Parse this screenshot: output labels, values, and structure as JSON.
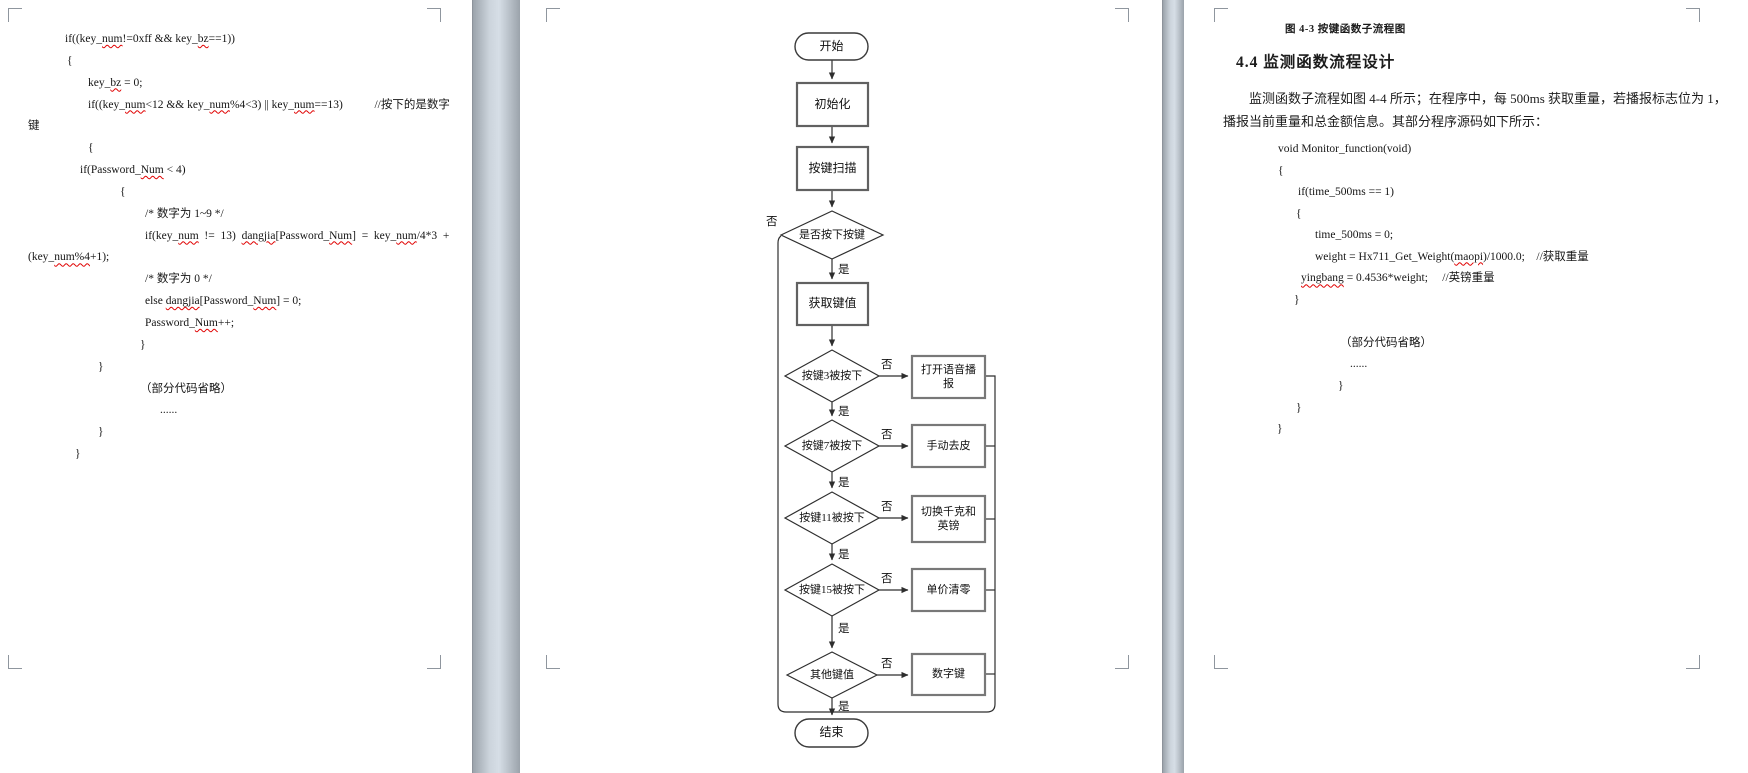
{
  "page1": {
    "code_lines": [
      {
        "indent": 65,
        "segs": [
          {
            "t": "if((key_"
          },
          {
            "t": "num",
            "w": true
          },
          {
            "t": "!=0xff && key_"
          },
          {
            "t": "bz",
            "w": true
          },
          {
            "t": "==1))"
          }
        ]
      },
      {
        "indent": 67,
        "segs": [
          {
            "t": "{"
          }
        ]
      },
      {
        "indent": 88,
        "segs": [
          {
            "t": "key_"
          },
          {
            "t": "bz",
            "w": true
          },
          {
            "t": " = 0;"
          }
        ]
      },
      {
        "indent": 88,
        "segs": [
          {
            "t": "if((key_"
          },
          {
            "t": "num",
            "w": true
          },
          {
            "t": "<12 && key_"
          },
          {
            "t": "num",
            "w": true
          },
          {
            "t": "%4<3) || key_"
          },
          {
            "t": "num",
            "w": true
          },
          {
            "t": "==13)"
          },
          {
            "t": "           "
          },
          {
            "t": "//按下的是数字"
          }
        ]
      },
      {
        "indent": 28,
        "segs": [
          {
            "t": "键"
          }
        ]
      },
      {
        "indent": 88,
        "segs": [
          {
            "t": "{"
          }
        ]
      },
      {
        "indent": 80,
        "segs": [
          {
            "t": "if(Password_"
          },
          {
            "t": "Num",
            "w": true
          },
          {
            "t": " < 4)"
          }
        ]
      },
      {
        "indent": 120,
        "segs": [
          {
            "t": "{"
          }
        ]
      },
      {
        "indent": 145,
        "segs": [
          {
            "t": "/* 数字为 1~9 */"
          }
        ]
      },
      {
        "indent": 145,
        "segs": [
          {
            "t": "if(key_"
          },
          {
            "t": "num",
            "w": true
          },
          {
            "t": "  !=  13)  "
          },
          {
            "t": "dangjia",
            "w": true
          },
          {
            "t": "[Password_"
          },
          {
            "t": "Num",
            "w": true
          },
          {
            "t": "]  =  key_"
          },
          {
            "t": "num",
            "w": true
          },
          {
            "t": "/4*3  +"
          }
        ]
      },
      {
        "indent": 28,
        "segs": [
          {
            "t": "(key_"
          },
          {
            "t": "num%4",
            "w": true
          },
          {
            "t": "+1);"
          }
        ]
      },
      {
        "indent": 145,
        "segs": [
          {
            "t": "/* 数字为 0 */"
          }
        ]
      },
      {
        "indent": 145,
        "segs": [
          {
            "t": "else "
          },
          {
            "t": "dangjia",
            "w": true
          },
          {
            "t": "[Password_"
          },
          {
            "t": "Num",
            "w": true
          },
          {
            "t": "] = 0;"
          }
        ]
      },
      {
        "indent": 145,
        "segs": [
          {
            "t": "Password_"
          },
          {
            "t": "Num",
            "w": true
          },
          {
            "t": "++;"
          }
        ]
      },
      {
        "indent": 140,
        "segs": [
          {
            "t": "}"
          }
        ]
      },
      {
        "indent": 98,
        "segs": [
          {
            "t": "}"
          }
        ]
      },
      {
        "indent": 140,
        "segs": [
          {
            "t": "（部分代码省略）"
          }
        ]
      },
      {
        "indent": 160,
        "segs": [
          {
            "t": "......"
          }
        ]
      },
      {
        "indent": 98,
        "segs": [
          {
            "t": "}"
          }
        ]
      },
      {
        "indent": 75,
        "segs": [
          {
            "t": "}"
          }
        ]
      }
    ]
  },
  "page2": {
    "flowchart": {
      "start": "开始",
      "steps": [
        "初始化",
        "按键扫描",
        "获取键值"
      ],
      "first_decision": "是否按下按键",
      "decisions": [
        "按键3被按下",
        "按键7被按下",
        "按键11被按下",
        "按键15被按下",
        "其他键值"
      ],
      "actions": [
        "打开语音播报",
        "手动去皮",
        "切换千克和英镑",
        "单价清零",
        "数字键"
      ],
      "yes": "是",
      "no": "否",
      "end": "结束"
    }
  },
  "page3": {
    "figure_caption": "图 4-3  按键函数子流程图",
    "heading": "4.4 监测函数流程设计",
    "paragraph_lines": [
      "监测函数子流程如图 4-4 所示；在程序中，每 500ms 获取重量，若播报标志位为 1，",
      "播报当前重量和总金额信息。其部分程序源码如下所示："
    ],
    "code_lines": [
      {
        "indent": 94,
        "segs": [
          {
            "t": "void Monitor_function(void)"
          }
        ]
      },
      {
        "indent": 94,
        "segs": [
          {
            "t": "{"
          }
        ]
      },
      {
        "indent": 114,
        "segs": [
          {
            "t": "if(time_500ms == 1)"
          }
        ]
      },
      {
        "indent": 112,
        "segs": [
          {
            "t": "{"
          }
        ]
      },
      {
        "indent": 131,
        "segs": [
          {
            "t": "time_500ms = 0;"
          }
        ]
      },
      {
        "indent": 131,
        "segs": [
          {
            "t": "weight = Hx711_Get_Weight("
          },
          {
            "t": "maopi",
            "w": true
          },
          {
            "t": ")/1000.0;"
          },
          {
            "t": "    "
          },
          {
            "t": "//获取重量"
          }
        ]
      },
      {
        "indent": 117,
        "segs": [
          {
            "t": "yingbang",
            "w": true
          },
          {
            "t": " = 0.4536*weight;"
          },
          {
            "t": "     "
          },
          {
            "t": "//英镑重量"
          }
        ]
      },
      {
        "indent": 110,
        "segs": [
          {
            "t": "}"
          }
        ]
      },
      {
        "indent": 110,
        "segs": []
      },
      {
        "indent": 156,
        "segs": [
          {
            "t": "（部分代码省略）"
          }
        ]
      },
      {
        "indent": 166,
        "segs": [
          {
            "t": "......"
          }
        ]
      },
      {
        "indent": 154,
        "segs": [
          {
            "t": "}"
          }
        ]
      },
      {
        "indent": 112,
        "segs": [
          {
            "t": "}"
          }
        ]
      },
      {
        "indent": 93,
        "segs": [
          {
            "t": "}"
          }
        ]
      }
    ]
  }
}
